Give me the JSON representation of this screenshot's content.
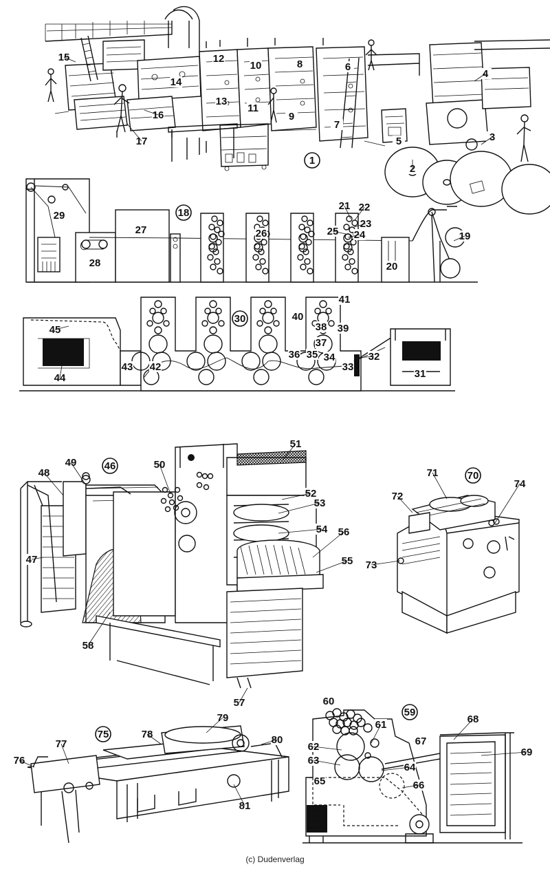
{
  "copyright": "(c) Dudenverlag",
  "figures": [
    {
      "id": "fig1",
      "circled": "1",
      "labels": [
        "2",
        "3",
        "4",
        "5",
        "6",
        "7",
        "8",
        "9",
        "10",
        "11",
        "12",
        "13",
        "14",
        "15",
        "16",
        "17"
      ]
    },
    {
      "id": "fig18",
      "circled": "18",
      "labels": [
        "19",
        "20",
        "21",
        "22",
        "23",
        "24",
        "25",
        "26",
        "27",
        "28",
        "29"
      ]
    },
    {
      "id": "fig30",
      "circled": "30",
      "labels": [
        "31",
        "32",
        "33",
        "34",
        "35",
        "36",
        "37",
        "38",
        "39",
        "40",
        "41",
        "42",
        "43",
        "44",
        "45"
      ]
    },
    {
      "id": "fig46",
      "circled": "46",
      "labels": [
        "47",
        "48",
        "49",
        "50",
        "51",
        "52",
        "53",
        "54",
        "55",
        "56",
        "57",
        "58"
      ]
    },
    {
      "id": "fig59",
      "circled": "59",
      "labels": [
        "60",
        "61",
        "62",
        "63",
        "64",
        "65",
        "66",
        "67",
        "68",
        "69"
      ]
    },
    {
      "id": "fig70",
      "circled": "70",
      "labels": [
        "71",
        "72",
        "73",
        "74"
      ]
    },
    {
      "id": "fig75",
      "circled": "75",
      "labels": [
        "76",
        "77",
        "78",
        "79",
        "80",
        "81"
      ]
    }
  ]
}
